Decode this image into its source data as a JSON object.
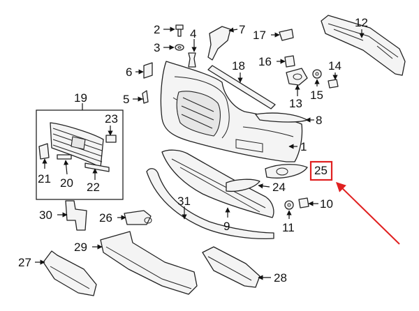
{
  "labels": {
    "p1": "1",
    "p2": "2",
    "p3": "3",
    "p4": "4",
    "p5": "5",
    "p6": "6",
    "p7": "7",
    "p8": "8",
    "p9": "9",
    "p10": "10",
    "p11": "11",
    "p12": "12",
    "p13": "13",
    "p14": "14",
    "p15": "15",
    "p16": "16",
    "p17": "17",
    "p18": "18",
    "p19": "19",
    "p20": "20",
    "p21": "21",
    "p22": "22",
    "p23": "23",
    "p24": "24",
    "p25": "25",
    "p26": "26",
    "p27": "27",
    "p28": "28",
    "p29": "29",
    "p30": "30",
    "p31": "31"
  },
  "highlight": {
    "part": "25",
    "color": "#e02020"
  }
}
